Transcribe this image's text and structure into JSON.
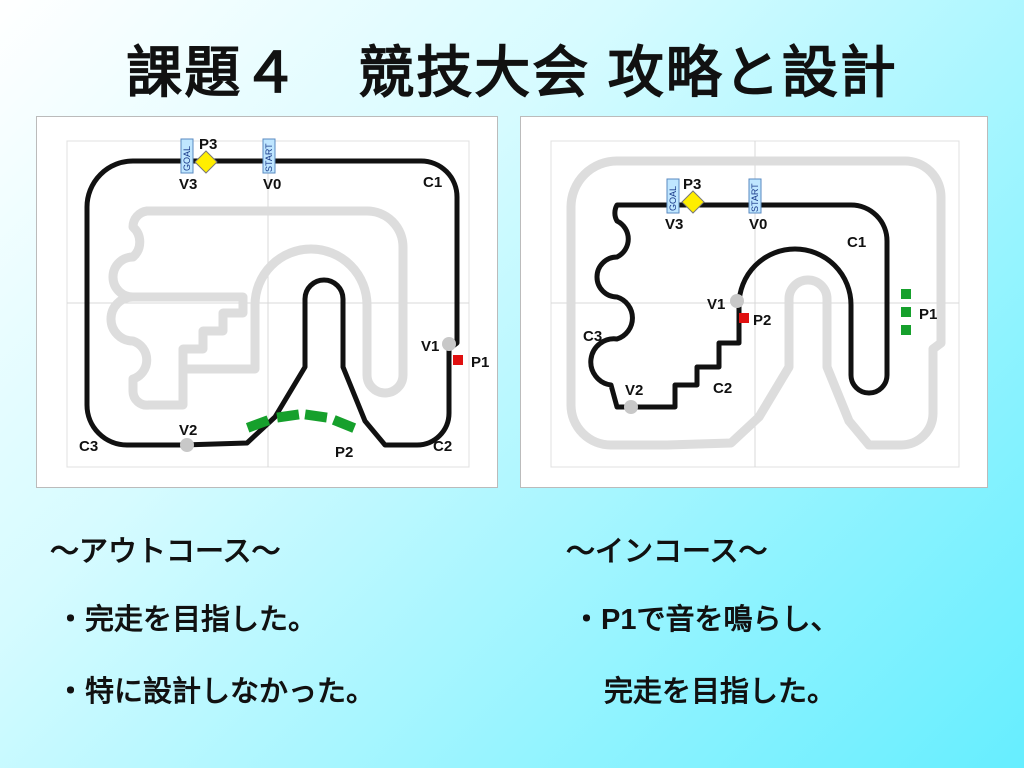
{
  "title": "課題４　競技大会 攻略と設計",
  "course_out": {
    "heading": "〜アウトコース〜",
    "bullets": [
      "・完走を目指した。",
      "・特に設計しなかった。"
    ],
    "map_labels": {
      "p3": "P3",
      "goal": "GOAL",
      "start": "START",
      "v3": "V3",
      "v0": "V0",
      "c1": "C1",
      "v1": "V1",
      "p1": "P1",
      "c3": "C3",
      "v2": "V2",
      "p2": "P2",
      "c2": "C2"
    }
  },
  "course_in": {
    "heading": "〜インコース〜",
    "bullets": [
      "・P1で音を鳴らし、",
      "完走を目指した。"
    ],
    "map_labels": {
      "p3": "P3",
      "goal": "GOAL",
      "start": "START",
      "v3": "V3",
      "v0": "V0",
      "c1": "C1",
      "v1": "V1",
      "p2": "P2",
      "p1": "P1",
      "c3": "C3",
      "v2": "V2",
      "c2": "C2"
    }
  },
  "colors": {
    "track": "#111111",
    "ghost": "#dddddd",
    "marker_red": "#e01010",
    "marker_green": "#16a02c",
    "diamond": "#ffee00",
    "node": "#c8c8c8"
  }
}
